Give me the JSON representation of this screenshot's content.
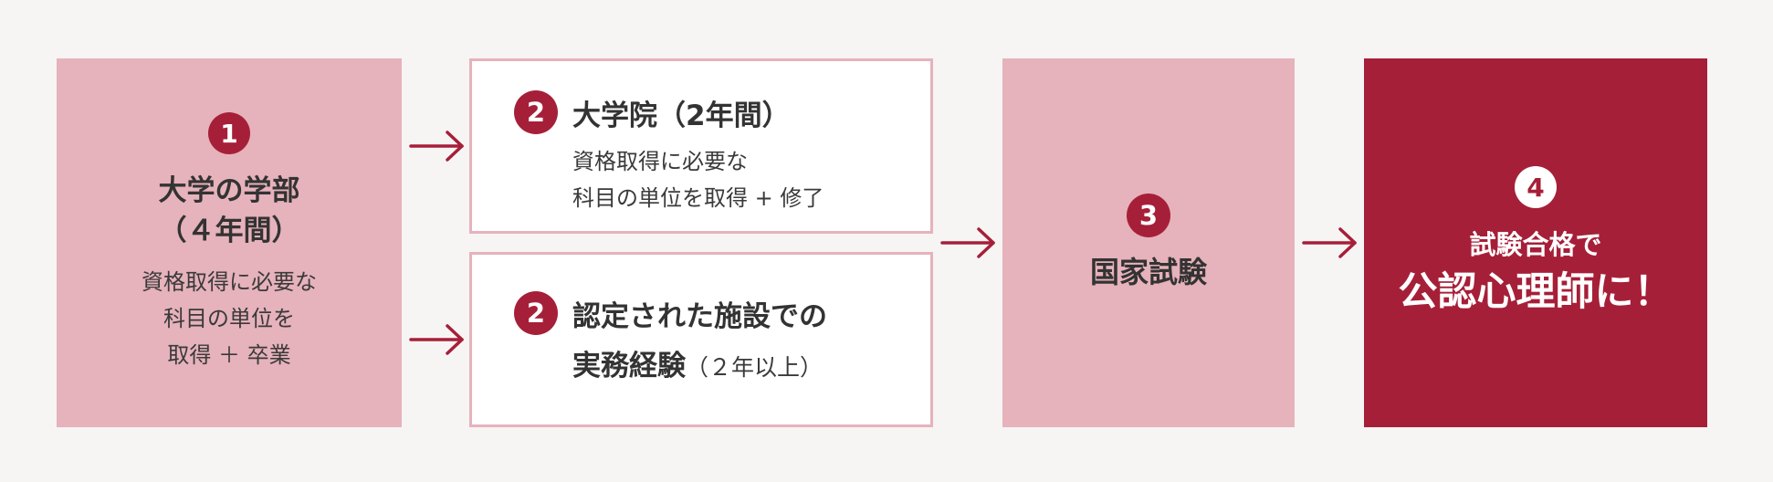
{
  "steps": {
    "undergrad": {
      "number": "1",
      "title_line1": "大学の学部",
      "title_line2": "（４年間）",
      "desc_line1": "資格取得に必要な",
      "desc_line2": "科目の単位を",
      "desc_line3": "取得 ＋ 卒業"
    },
    "graduate": {
      "number": "2",
      "title": "大学院（2年間）",
      "desc_line1": "資格取得に必要な",
      "desc_line2": "科目の単位を取得 + 修了"
    },
    "experience": {
      "number": "2",
      "title_line1": "認定された施設での",
      "title_line2_main": "実務経験",
      "title_line2_sub": "（２年以上）"
    },
    "exam": {
      "number": "3",
      "title": "国家試験"
    },
    "goal": {
      "number": "4",
      "line1": "試験合格で",
      "line2": "公認心理師に！"
    }
  },
  "colors": {
    "pink": "#e6b2bb",
    "crimson": "#a61f38",
    "background": "#f6f5f4",
    "text": "#333333"
  }
}
